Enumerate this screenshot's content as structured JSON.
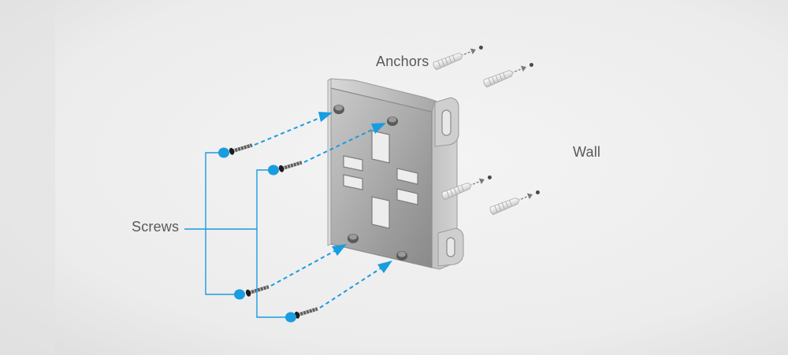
{
  "labels": {
    "screws": "Screws",
    "anchors": "Anchors",
    "wall": "Wall"
  },
  "colors": {
    "accent": "#1a9ce0",
    "label_text": "#595959",
    "background": "#f2f2f2"
  }
}
